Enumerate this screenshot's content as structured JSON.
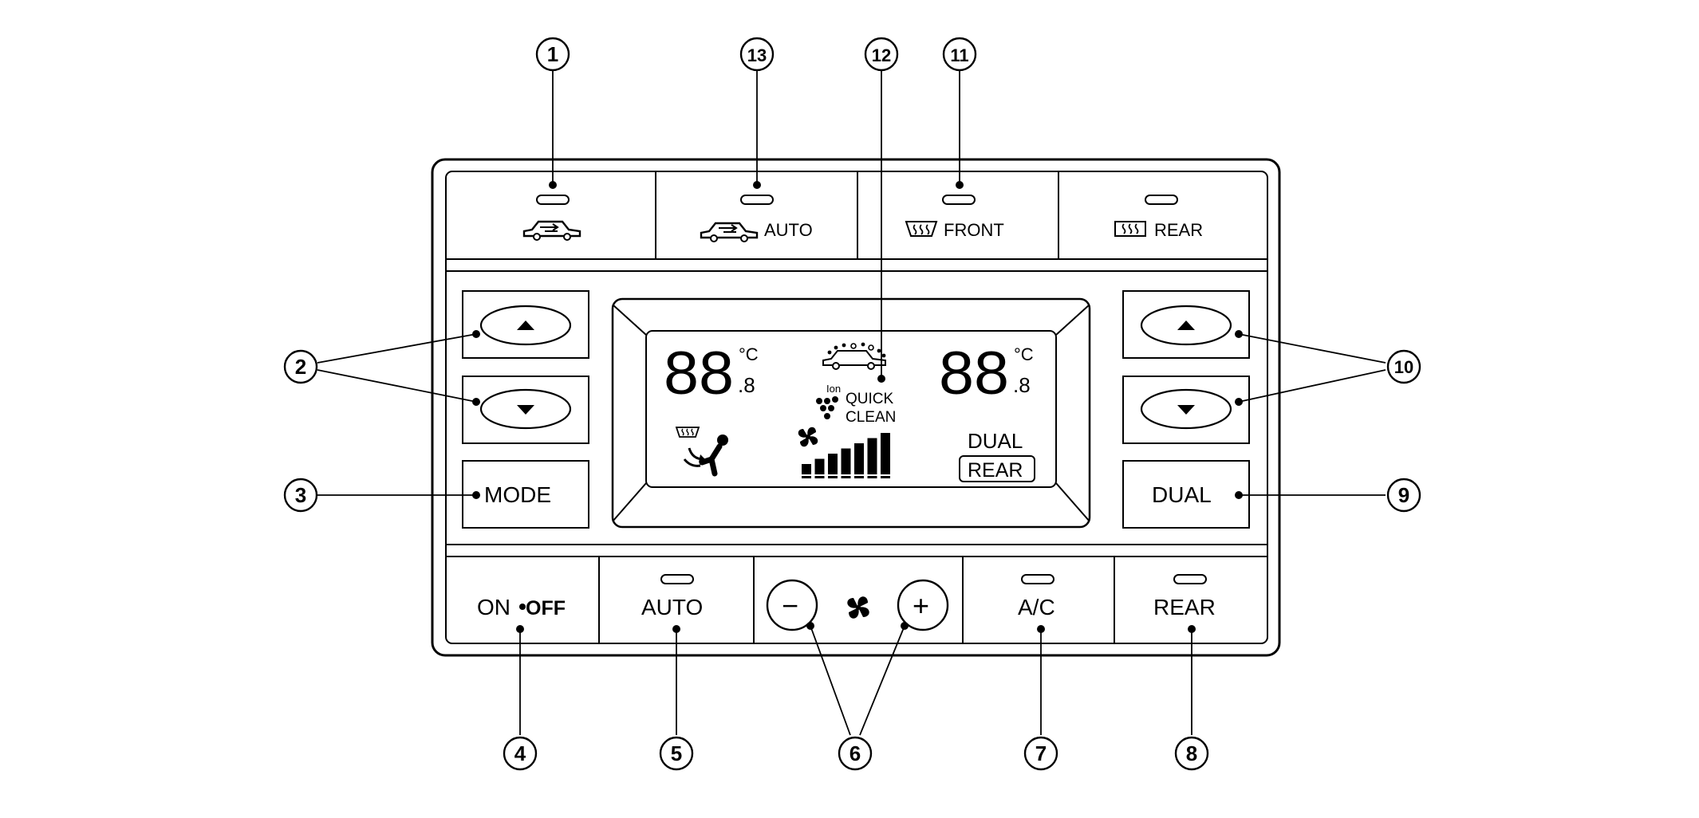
{
  "top_row": {
    "recirc_label": "",
    "auto_recirc_label": "AUTO",
    "front_defrost_label": "FRONT",
    "rear_defrost_label": "REAR"
  },
  "left_column": {
    "mode_label": "MODE"
  },
  "right_column": {
    "dual_label": "DUAL"
  },
  "display": {
    "left_temp": "88",
    "left_temp_decimal": ".8",
    "left_unit": "°C",
    "right_temp": "88",
    "right_temp_decimal": ".8",
    "right_unit": "°C",
    "ion_label": "Ion",
    "quick_label": "QUICK",
    "clean_label": "CLEAN",
    "dual_label": "DUAL",
    "rear_label": "REAR",
    "fan_bars": 7
  },
  "bottom_row": {
    "on_label": "ON",
    "off_label": "OFF",
    "auto_label": "AUTO",
    "minus_label": "−",
    "plus_label": "+",
    "ac_label": "A/C",
    "rear_label": "REAR"
  },
  "callouts": {
    "c1": "1",
    "c2": "2",
    "c3": "3",
    "c4": "4",
    "c5": "5",
    "c6": "6",
    "c7": "7",
    "c8": "8",
    "c9": "9",
    "c10": "10",
    "c11": "11",
    "c12": "12",
    "c13": "13"
  }
}
